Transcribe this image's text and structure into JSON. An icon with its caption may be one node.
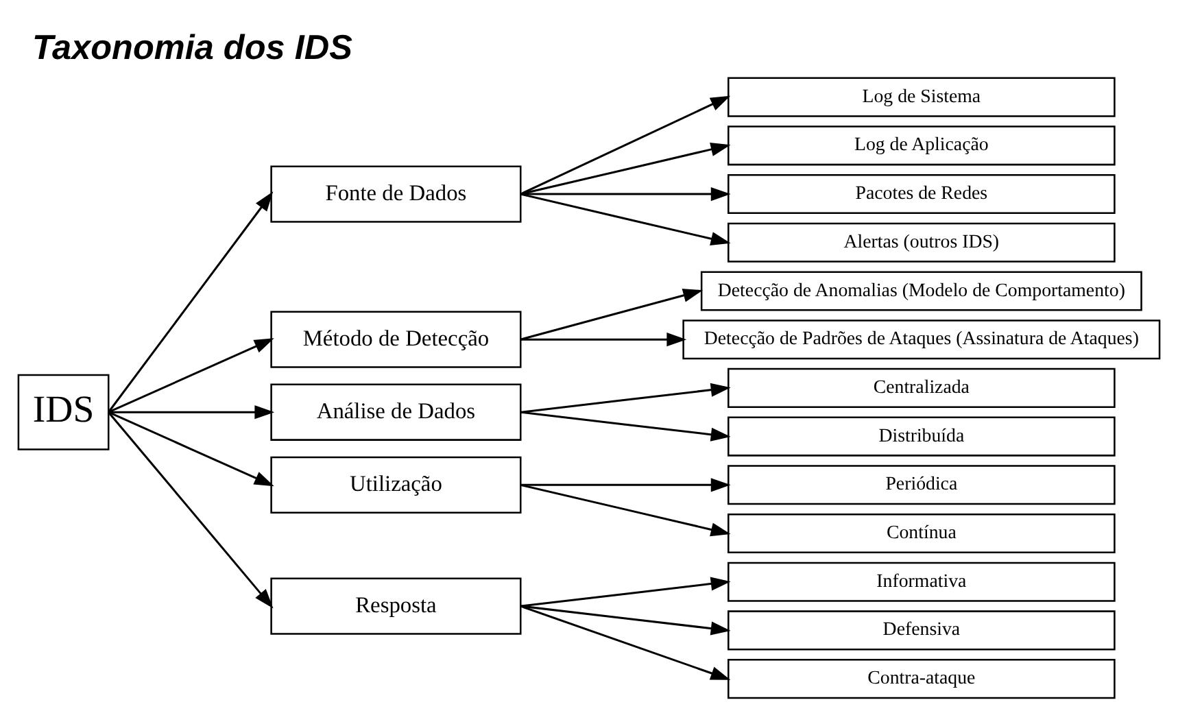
{
  "diagram": {
    "title": "Taxonomia dos IDS",
    "nodes": [
      {
        "text": [
          "IDS"
        ]
      },
      {
        "text": [
          "Fonte de Dados"
        ]
      },
      {
        "text": [
          "Método de Detecção"
        ]
      },
      {
        "text": [
          "Análise de Dados"
        ]
      },
      {
        "text": [
          "Utilização"
        ]
      },
      {
        "text": [
          "Resposta"
        ]
      },
      {
        "text": [
          "Log de Sistema"
        ]
      },
      {
        "text": [
          "Log de Aplicação"
        ]
      },
      {
        "text": [
          "Pacotes de Redes"
        ]
      },
      {
        "text": [
          "Alertas (outros IDS)"
        ]
      },
      {
        "text": [
          "Detecção de Anomalias (Modelo de Comportamento)"
        ]
      },
      {
        "text": [
          "Detecção de Padrões de Ataques (Assinatura de Ataques)"
        ]
      },
      {
        "text": [
          "Centralizada"
        ]
      },
      {
        "text": [
          "Distribuída"
        ]
      },
      {
        "text": [
          "Periódica"
        ]
      },
      {
        "text": [
          "Contínua"
        ]
      },
      {
        "text": [
          "Informativa"
        ]
      },
      {
        "text": [
          "Defensiva"
        ]
      },
      {
        "text": [
          "Contra-ataque"
        ]
      }
    ],
    "edges": [
      {
        "from": 0,
        "to": 1,
        "arrow": "to"
      },
      {
        "from": 0,
        "to": 2,
        "arrow": "to"
      },
      {
        "from": 0,
        "to": 3,
        "arrow": "to"
      },
      {
        "from": 0,
        "to": 4,
        "arrow": "to"
      },
      {
        "from": 0,
        "to": 5,
        "arrow": "to"
      },
      {
        "from": 1,
        "to": 6,
        "arrow": "to"
      },
      {
        "from": 1,
        "to": 7,
        "arrow": "to"
      },
      {
        "from": 1,
        "to": 8,
        "arrow": "to"
      },
      {
        "from": 1,
        "to": 9,
        "arrow": "to"
      },
      {
        "from": 2,
        "to": 10,
        "arrow": "to"
      },
      {
        "from": 2,
        "to": 11,
        "arrow": "to"
      },
      {
        "from": 3,
        "to": 12,
        "arrow": "to"
      },
      {
        "from": 3,
        "to": 13,
        "arrow": "to"
      },
      {
        "from": 4,
        "to": 14,
        "arrow": "to"
      },
      {
        "from": 4,
        "to": 15,
        "arrow": "to"
      },
      {
        "from": 5,
        "to": 16,
        "arrow": "to"
      },
      {
        "from": 5,
        "to": 17,
        "arrow": "to"
      },
      {
        "from": 5,
        "to": 18,
        "arrow": "to"
      }
    ]
  }
}
